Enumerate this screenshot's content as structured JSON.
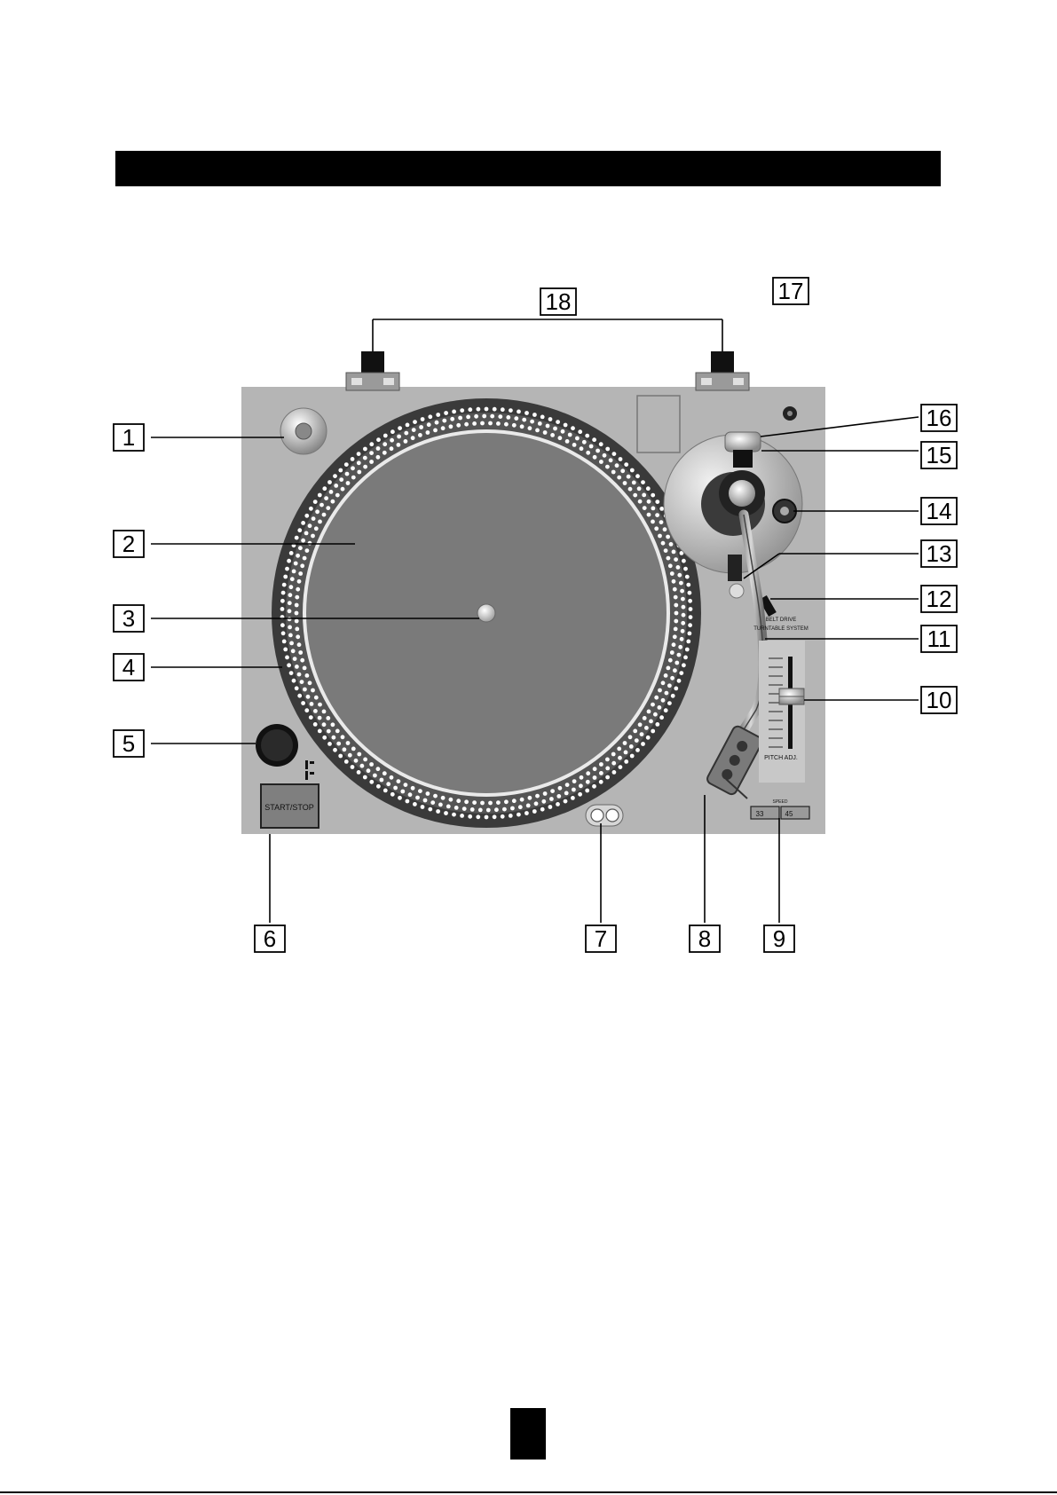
{
  "callouts": [
    {
      "id": "1"
    },
    {
      "id": "2"
    },
    {
      "id": "3"
    },
    {
      "id": "4"
    },
    {
      "id": "5"
    },
    {
      "id": "6"
    },
    {
      "id": "7"
    },
    {
      "id": "8"
    },
    {
      "id": "9"
    },
    {
      "id": "10"
    },
    {
      "id": "11"
    },
    {
      "id": "12"
    },
    {
      "id": "13"
    },
    {
      "id": "14"
    },
    {
      "id": "15"
    },
    {
      "id": "16"
    },
    {
      "id": "17"
    },
    {
      "id": "18"
    }
  ],
  "labels": {
    "start_stop": "START/STOP",
    "pitch_adj": "PITCH ADJ.",
    "speed_33": "33",
    "speed_45": "45",
    "belt_drive_line1": "BELT DRIVE",
    "belt_drive_line2": "TURNTABLE SYSTEM",
    "speed_caption": "SPEED"
  },
  "colors": {
    "deck": "#b5b5b5",
    "platter_rim": "#3a3a3a",
    "mat": "#7a7a7a",
    "header_bar": "#000000"
  }
}
